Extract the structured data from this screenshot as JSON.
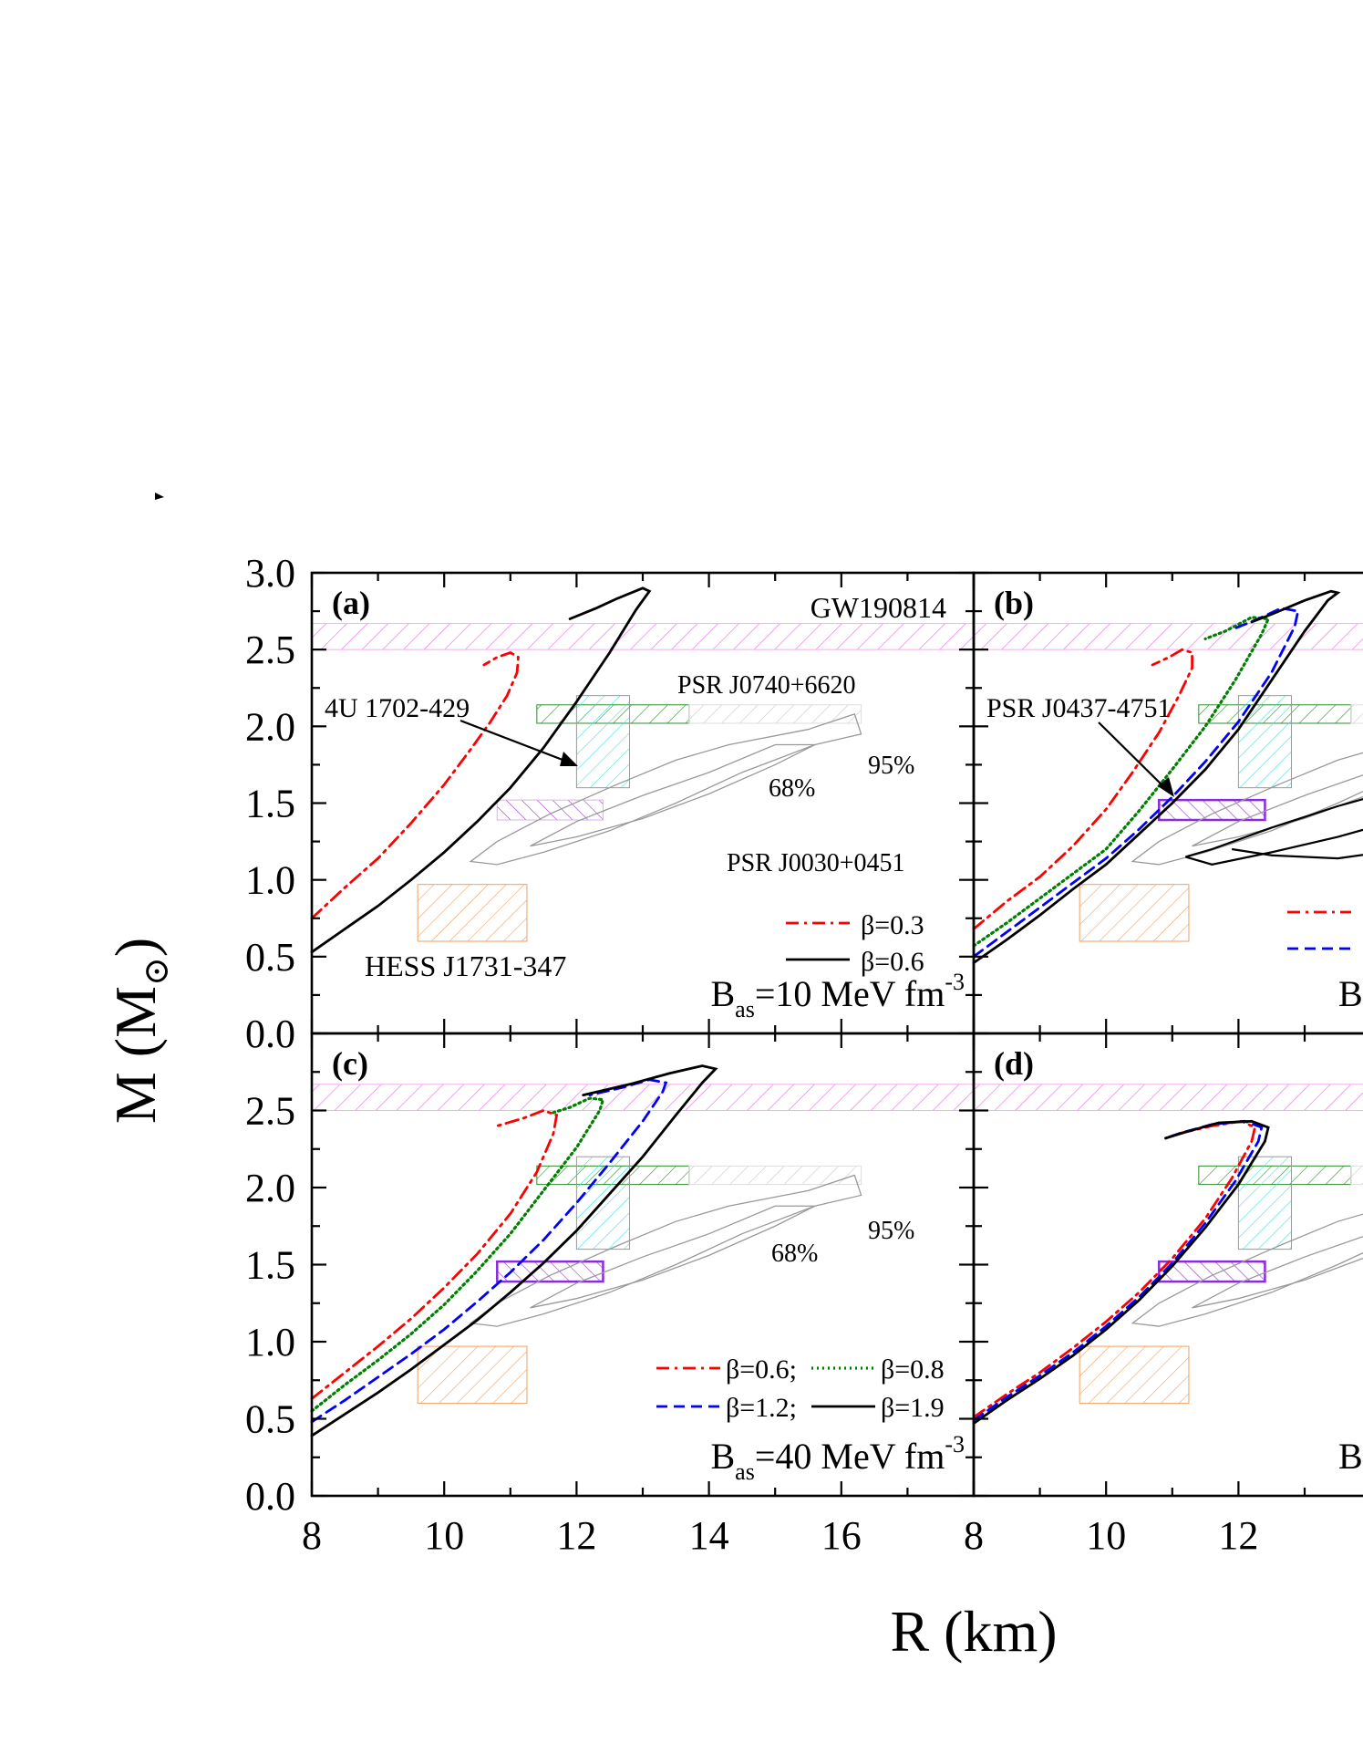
{
  "figure": {
    "xlabel": "R (km)",
    "ylabel_main": "M (M",
    "ylabel_sub": "⊙",
    "ylabel_close": ")"
  },
  "chart_data": [
    {
      "panel": "(a)",
      "type": "line",
      "xlim": [
        8,
        18
      ],
      "ylim": [
        0,
        3
      ],
      "xticks": [
        "8",
        "10",
        "12",
        "14",
        "16"
      ],
      "yticks": [
        "0.0",
        "0.5",
        "1.0",
        "1.5",
        "2.0",
        "2.5",
        "3.0"
      ],
      "bas_label": {
        "main": "B",
        "sub": "as",
        "rest": "=10 MeV fm",
        "sup": "-3"
      },
      "series": [
        {
          "name": "β=0.3",
          "color": "#ff0000",
          "style": "dashdot",
          "points": [
            [
              8.0,
              0.75
            ],
            [
              8.5,
              0.95
            ],
            [
              9.0,
              1.14
            ],
            [
              9.5,
              1.37
            ],
            [
              10.0,
              1.62
            ],
            [
              10.4,
              1.85
            ],
            [
              10.7,
              2.03
            ],
            [
              10.95,
              2.2
            ],
            [
              11.1,
              2.35
            ],
            [
              11.12,
              2.45
            ],
            [
              11.0,
              2.48
            ],
            [
              10.8,
              2.45
            ],
            [
              10.6,
              2.4
            ]
          ]
        },
        {
          "name": "β=0.6",
          "color": "#000000",
          "style": "solid",
          "points": [
            [
              8.0,
              0.53
            ],
            [
              8.5,
              0.68
            ],
            [
              9.0,
              0.83
            ],
            [
              9.5,
              1.0
            ],
            [
              10.0,
              1.18
            ],
            [
              10.5,
              1.38
            ],
            [
              11.0,
              1.6
            ],
            [
              11.5,
              1.86
            ],
            [
              12.0,
              2.16
            ],
            [
              12.5,
              2.48
            ],
            [
              12.9,
              2.76
            ],
            [
              13.1,
              2.88
            ],
            [
              13.0,
              2.9
            ],
            [
              12.6,
              2.83
            ],
            [
              12.3,
              2.77
            ],
            [
              11.9,
              2.7
            ]
          ]
        }
      ],
      "legend": [
        {
          "label": "β=0.3",
          "color": "#ff0000",
          "style": "dashdot"
        },
        {
          "label": "β=0.6",
          "color": "#000000",
          "style": "solid"
        }
      ],
      "annotations": [
        "GW190814",
        "PSR J0740+6620",
        "4U 1702-429",
        "95%",
        "68%",
        "PSR J0030+0451",
        "HESS J1731-347"
      ],
      "contours": true
    },
    {
      "panel": "(b)",
      "type": "line",
      "xlim": [
        8,
        18
      ],
      "ylim": [
        0,
        3
      ],
      "xticks": [
        "8",
        "10",
        "12"
      ],
      "bas_label": {
        "main": "B"
      },
      "series": [
        {
          "name": "",
          "color": "#ff0000",
          "style": "dashdot",
          "points": [
            [
              8.0,
              0.68
            ],
            [
              8.5,
              0.86
            ],
            [
              9.0,
              1.02
            ],
            [
              9.5,
              1.22
            ],
            [
              10.0,
              1.46
            ],
            [
              10.4,
              1.7
            ],
            [
              10.8,
              1.96
            ],
            [
              11.1,
              2.2
            ],
            [
              11.3,
              2.38
            ],
            [
              11.3,
              2.48
            ],
            [
              11.15,
              2.5
            ],
            [
              10.95,
              2.45
            ],
            [
              10.7,
              2.4
            ]
          ]
        },
        {
          "name": "",
          "color": "#008000",
          "style": "dotted",
          "points": [
            [
              8.0,
              0.57
            ],
            [
              8.5,
              0.72
            ],
            [
              9.0,
              0.88
            ],
            [
              9.5,
              1.04
            ],
            [
              10.0,
              1.2
            ],
            [
              10.5,
              1.45
            ],
            [
              11.0,
              1.72
            ],
            [
              11.5,
              2.0
            ],
            [
              11.95,
              2.3
            ],
            [
              12.35,
              2.6
            ],
            [
              12.45,
              2.7
            ],
            [
              12.2,
              2.71
            ],
            [
              11.8,
              2.62
            ],
            [
              11.5,
              2.57
            ]
          ]
        },
        {
          "name": "",
          "color": "#0000ff",
          "style": "dashed",
          "points": [
            [
              8.0,
              0.5
            ],
            [
              8.5,
              0.66
            ],
            [
              9.0,
              0.82
            ],
            [
              9.5,
              0.98
            ],
            [
              10.0,
              1.14
            ],
            [
              10.5,
              1.33
            ],
            [
              11.0,
              1.54
            ],
            [
              11.5,
              1.77
            ],
            [
              12.0,
              2.03
            ],
            [
              12.5,
              2.35
            ],
            [
              12.85,
              2.65
            ],
            [
              12.9,
              2.75
            ],
            [
              12.65,
              2.77
            ],
            [
              12.3,
              2.7
            ],
            [
              11.9,
              2.63
            ]
          ]
        },
        {
          "name": "",
          "color": "#000000",
          "style": "solid",
          "points": [
            [
              8.0,
              0.46
            ],
            [
              8.5,
              0.61
            ],
            [
              9.0,
              0.77
            ],
            [
              9.5,
              0.94
            ],
            [
              10.0,
              1.1
            ],
            [
              10.5,
              1.3
            ],
            [
              11.0,
              1.5
            ],
            [
              11.5,
              1.72
            ],
            [
              12.0,
              1.98
            ],
            [
              12.5,
              2.3
            ],
            [
              13.0,
              2.62
            ],
            [
              13.35,
              2.82
            ],
            [
              13.5,
              2.87
            ],
            [
              13.4,
              2.88
            ],
            [
              13.0,
              2.82
            ],
            [
              12.5,
              2.73
            ],
            [
              12.2,
              2.68
            ]
          ]
        }
      ],
      "legend": [
        {
          "label": "",
          "color": "#ff0000",
          "style": "dashdot"
        },
        {
          "label": "",
          "color": "#0000ff",
          "style": "dashed"
        }
      ],
      "annotations": [
        "PSR J0437-4751"
      ],
      "contours": true
    },
    {
      "panel": "(c)",
      "type": "line",
      "xlim": [
        8,
        18
      ],
      "ylim": [
        0,
        3
      ],
      "xticks": [
        "8",
        "10",
        "12",
        "14",
        "16"
      ],
      "yticks": [
        "0.0",
        "0.5",
        "1.0",
        "1.5",
        "2.0",
        "2.5"
      ],
      "bas_label": {
        "main": "B",
        "sub": "as",
        "rest": "=40 MeV fm",
        "sup": "-3"
      },
      "series": [
        {
          "name": "β=0.6;",
          "color": "#ff0000",
          "style": "dashdot",
          "points": [
            [
              8.0,
              0.63
            ],
            [
              8.5,
              0.8
            ],
            [
              9.0,
              0.97
            ],
            [
              9.5,
              1.15
            ],
            [
              10.0,
              1.35
            ],
            [
              10.5,
              1.57
            ],
            [
              11.0,
              1.83
            ],
            [
              11.4,
              2.1
            ],
            [
              11.65,
              2.35
            ],
            [
              11.7,
              2.47
            ],
            [
              11.5,
              2.5
            ],
            [
              11.2,
              2.45
            ],
            [
              10.8,
              2.4
            ]
          ]
        },
        {
          "name": "β=0.8",
          "color": "#008000",
          "style": "dotted",
          "points": [
            [
              8.0,
              0.55
            ],
            [
              8.5,
              0.72
            ],
            [
              9.0,
              0.88
            ],
            [
              9.5,
              1.05
            ],
            [
              10.0,
              1.24
            ],
            [
              10.5,
              1.46
            ],
            [
              11.0,
              1.7
            ],
            [
              11.5,
              1.98
            ],
            [
              12.0,
              2.26
            ],
            [
              12.35,
              2.5
            ],
            [
              12.4,
              2.57
            ],
            [
              12.2,
              2.58
            ],
            [
              11.9,
              2.52
            ],
            [
              11.6,
              2.48
            ]
          ]
        },
        {
          "name": "β=1.2;",
          "color": "#0000ff",
          "style": "dashed",
          "points": [
            [
              8.0,
              0.48
            ],
            [
              8.5,
              0.62
            ],
            [
              9.0,
              0.77
            ],
            [
              9.5,
              0.92
            ],
            [
              10.0,
              1.08
            ],
            [
              10.5,
              1.26
            ],
            [
              11.0,
              1.45
            ],
            [
              11.5,
              1.66
            ],
            [
              12.0,
              1.9
            ],
            [
              12.5,
              2.16
            ],
            [
              13.0,
              2.43
            ],
            [
              13.3,
              2.62
            ],
            [
              13.35,
              2.68
            ],
            [
              13.1,
              2.7
            ],
            [
              12.7,
              2.65
            ],
            [
              12.2,
              2.6
            ]
          ]
        },
        {
          "name": "β=1.9",
          "color": "#000000",
          "style": "solid",
          "points": [
            [
              8.0,
              0.39
            ],
            [
              8.5,
              0.53
            ],
            [
              9.0,
              0.67
            ],
            [
              9.5,
              0.82
            ],
            [
              10.0,
              0.98
            ],
            [
              10.5,
              1.14
            ],
            [
              11.0,
              1.32
            ],
            [
              11.5,
              1.51
            ],
            [
              12.0,
              1.72
            ],
            [
              12.5,
              1.96
            ],
            [
              13.0,
              2.2
            ],
            [
              13.5,
              2.47
            ],
            [
              13.9,
              2.68
            ],
            [
              14.1,
              2.77
            ],
            [
              13.9,
              2.79
            ],
            [
              13.4,
              2.74
            ],
            [
              12.8,
              2.67
            ],
            [
              12.1,
              2.6
            ]
          ]
        }
      ],
      "legend": [
        {
          "label": "β=0.6;",
          "color": "#ff0000",
          "style": "dashdot"
        },
        {
          "label": "β=0.8",
          "color": "#008000",
          "style": "dotted"
        },
        {
          "label": "β=1.2;",
          "color": "#0000ff",
          "style": "dashed"
        },
        {
          "label": "β=1.9",
          "color": "#000000",
          "style": "solid"
        }
      ],
      "annotations": [
        "95%",
        "68%"
      ],
      "contours": true
    },
    {
      "panel": "(d)",
      "type": "line",
      "xlim": [
        8,
        18
      ],
      "ylim": [
        0,
        3
      ],
      "xticks": [
        "8",
        "10",
        "12"
      ],
      "bas_label": {
        "main": "B"
      },
      "series": [
        {
          "name": "",
          "color": "#ff0000",
          "style": "dashdot",
          "points": [
            [
              8.0,
              0.51
            ],
            [
              8.5,
              0.66
            ],
            [
              9.0,
              0.8
            ],
            [
              9.5,
              0.96
            ],
            [
              10.0,
              1.13
            ],
            [
              10.5,
              1.32
            ],
            [
              11.0,
              1.54
            ],
            [
              11.5,
              1.8
            ],
            [
              11.9,
              2.06
            ],
            [
              12.2,
              2.3
            ],
            [
              12.25,
              2.39
            ],
            [
              12.05,
              2.43
            ],
            [
              11.6,
              2.4
            ],
            [
              11.1,
              2.35
            ],
            [
              10.9,
              2.32
            ]
          ]
        },
        {
          "name": "",
          "color": "#0000ff",
          "style": "dashed",
          "points": [
            [
              8.0,
              0.49
            ],
            [
              8.5,
              0.64
            ],
            [
              9.0,
              0.78
            ],
            [
              9.5,
              0.93
            ],
            [
              10.0,
              1.1
            ],
            [
              10.5,
              1.29
            ],
            [
              11.0,
              1.51
            ],
            [
              11.5,
              1.77
            ],
            [
              11.95,
              2.04
            ],
            [
              12.3,
              2.3
            ],
            [
              12.35,
              2.39
            ],
            [
              12.1,
              2.43
            ],
            [
              11.6,
              2.41
            ],
            [
              11.1,
              2.35
            ],
            [
              10.9,
              2.32
            ]
          ]
        },
        {
          "name": "",
          "color": "#000000",
          "style": "solid",
          "points": [
            [
              8.0,
              0.47
            ],
            [
              8.5,
              0.62
            ],
            [
              9.0,
              0.76
            ],
            [
              9.5,
              0.91
            ],
            [
              10.0,
              1.08
            ],
            [
              10.5,
              1.27
            ],
            [
              11.0,
              1.49
            ],
            [
              11.5,
              1.74
            ],
            [
              12.0,
              2.02
            ],
            [
              12.4,
              2.3
            ],
            [
              12.45,
              2.39
            ],
            [
              12.2,
              2.43
            ],
            [
              11.7,
              2.42
            ],
            [
              11.2,
              2.36
            ],
            [
              10.9,
              2.32
            ]
          ]
        }
      ],
      "legend": [],
      "annotations": [],
      "contours": true
    }
  ]
}
